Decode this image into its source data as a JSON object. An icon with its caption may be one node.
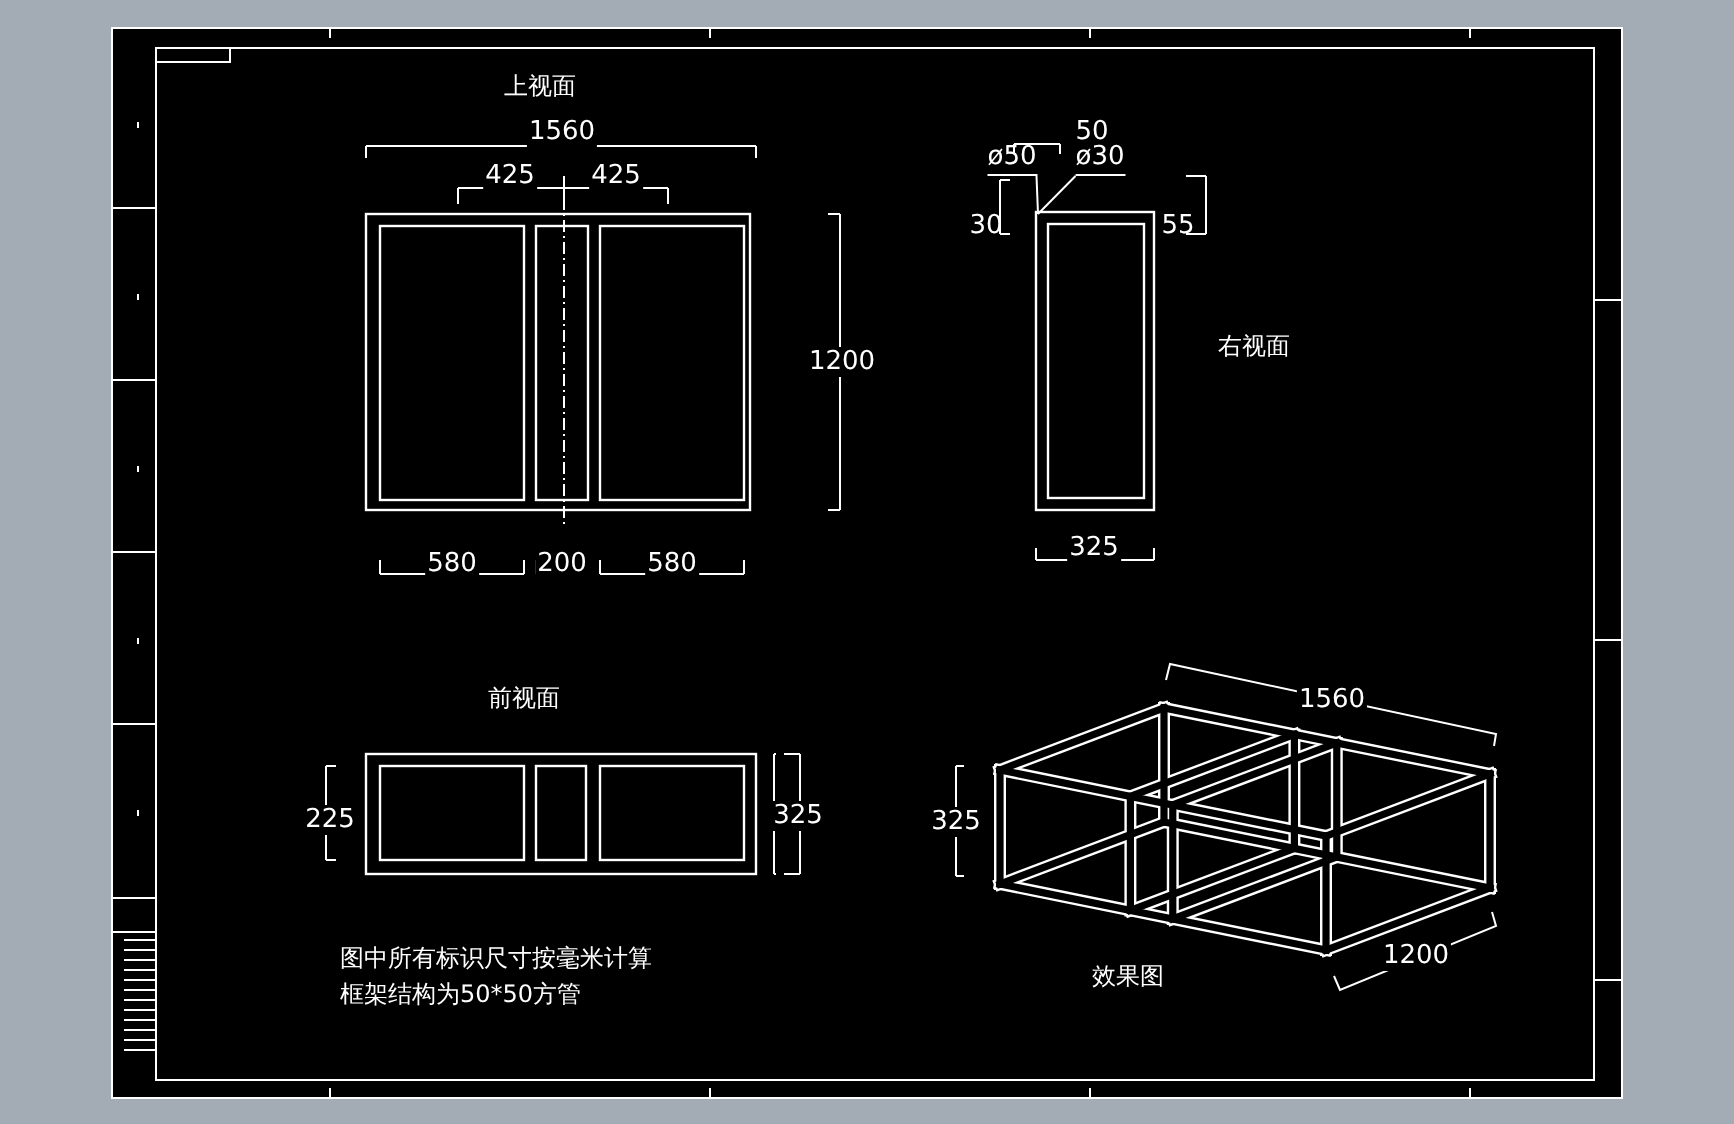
{
  "diagram": {
    "nodes": [
      {
        "text": [
          "ø50"
        ]
      },
      {
        "text": [
          "ø30"
        ]
      },
      {
        "text": [],
        "shape": "box"
      }
    ],
    "edges": [
      {
        "from": 0,
        "to": 2,
        "arrow": "none"
      },
      {
        "from": 1,
        "to": 2,
        "arrow": "none"
      }
    ],
    "labels": [
      "上视面",
      "1560",
      "50",
      "425",
      "425",
      "30",
      "55",
      "1200",
      "右视面",
      "580",
      "200",
      "580",
      "325",
      "前视面",
      "1560",
      "225",
      "325",
      "325",
      "图中所有标识尺寸按毫米计算",
      "效果图",
      "1200",
      "框架结构为50*50方管"
    ]
  }
}
